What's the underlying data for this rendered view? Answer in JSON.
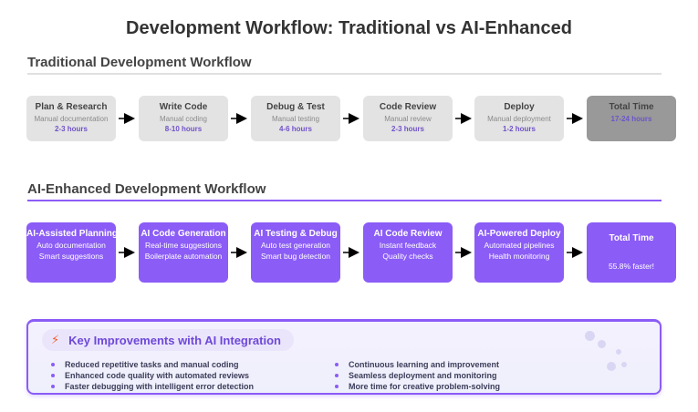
{
  "title": "Development Workflow: Traditional vs AI-Enhanced",
  "traditional": {
    "heading": "Traditional Development Workflow",
    "steps": [
      {
        "title": "Plan & Research",
        "sub": "Manual documentation",
        "time": "2-3 hours"
      },
      {
        "title": "Write Code",
        "sub": "Manual coding",
        "time": "8-10 hours"
      },
      {
        "title": "Debug & Test",
        "sub": "Manual testing",
        "time": "4-6 hours"
      },
      {
        "title": "Code Review",
        "sub": "Manual review",
        "time": "2-3 hours"
      },
      {
        "title": "Deploy",
        "sub": "Manual deployment",
        "time": "1-2 hours"
      }
    ],
    "total": {
      "title": "Total Time",
      "time": "17-24 hours"
    }
  },
  "ai": {
    "heading": "AI-Enhanced Development Workflow",
    "steps": [
      {
        "title": "AI-Assisted Planning",
        "line1": "Auto documentation",
        "line2": "Smart suggestions"
      },
      {
        "title": "AI Code Generation",
        "line1": "Real-time suggestions",
        "line2": "Boilerplate automation"
      },
      {
        "title": "AI Testing & Debug",
        "line1": "Auto test generation",
        "line2": "Smart bug detection"
      },
      {
        "title": "AI Code Review",
        "line1": "Instant feedback",
        "line2": "Quality checks"
      },
      {
        "title": "AI-Powered Deploy",
        "line1": "Automated pipelines",
        "line2": "Health monitoring"
      }
    ],
    "total": {
      "title": "Total Time",
      "faster": "55.8% faster!"
    }
  },
  "improvements": {
    "title": "Key Improvements with AI Integration",
    "icon": "lightning-icon",
    "left": [
      "Reduced repetitive tasks and manual coding",
      "Enhanced code quality with automated reviews",
      "Faster debugging with intelligent error detection"
    ],
    "right": [
      "Continuous learning and improvement",
      "Seamless deployment and monitoring",
      "More time for creative problem-solving"
    ]
  },
  "colors": {
    "accent": "#8b5cf6",
    "traditional_box": "#e3e3e3",
    "traditional_total": "#999999",
    "time_text": "#7152c9"
  }
}
